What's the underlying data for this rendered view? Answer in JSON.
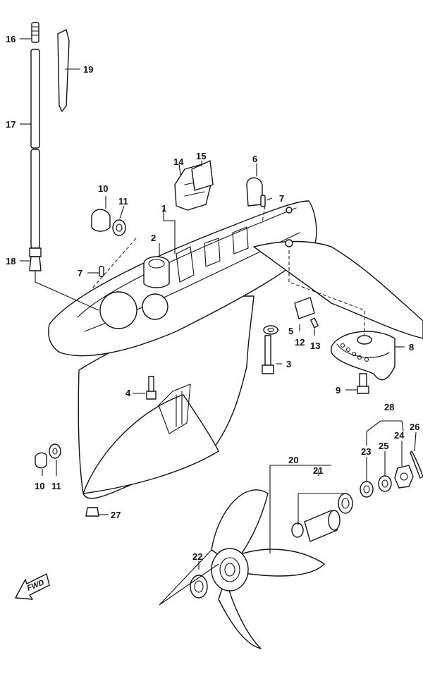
{
  "diagram": {
    "callouts": {
      "c1": "1",
      "c2": "2",
      "c3": "3",
      "c4": "4",
      "c5": "5",
      "c6": "6",
      "c7a": "7",
      "c7b": "7",
      "c8": "8",
      "c9": "9",
      "c10a": "10",
      "c10b": "10",
      "c11a": "11",
      "c11b": "11",
      "c12": "12",
      "c13": "13",
      "c14": "14",
      "c15": "15",
      "c16": "16",
      "c17": "17",
      "c18": "18",
      "c19": "19",
      "c20": "20",
      "c21": "21",
      "c22": "22",
      "c23": "23",
      "c24": "24",
      "c25": "25",
      "c26": "26",
      "c27": "27",
      "c28": "28"
    },
    "fwd_label": "FWD"
  }
}
